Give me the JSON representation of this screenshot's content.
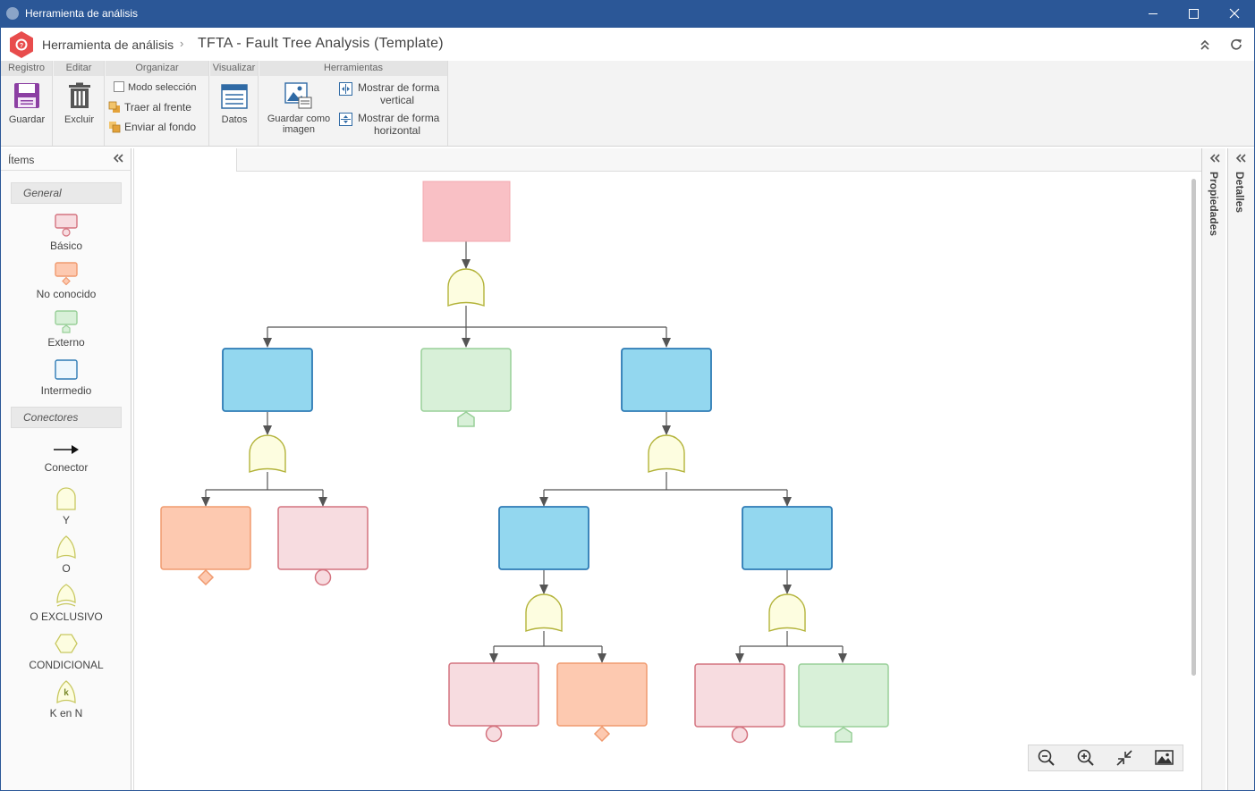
{
  "window": {
    "title": "Herramienta de análisis",
    "min": "—",
    "max": "☐",
    "close": "✕"
  },
  "header": {
    "app_name": "Herramienta de análisis",
    "separator": "›",
    "doc_title": "TFTA - Fault Tree Analysis (Template)"
  },
  "ribbon": {
    "groups": {
      "registro": "Registro",
      "editar": "Editar",
      "organizar": "Organizar",
      "visualizar": "Visualizar",
      "herramientas": "Herramientas"
    },
    "guardar": "Guardar",
    "excluir": "Excluir",
    "modo_seleccion": "Modo selección",
    "traer_frente": "Traer al frente",
    "enviar_fondo": "Enviar al fondo",
    "datos": "Datos",
    "guardar_imagen_1": "Guardar como",
    "guardar_imagen_2": "imagen",
    "vertical_1": "Mostrar de forma",
    "vertical_2": "vertical",
    "horizontal_1": "Mostrar de forma",
    "horizontal_2": "horizontal"
  },
  "items_panel": {
    "title": "Ítems",
    "collapse": "«",
    "general_label": "General",
    "general": [
      "Básico",
      "No conocido",
      "Externo",
      "Intermedio"
    ],
    "connectors_label": "Conectores",
    "connectors": [
      "Conector",
      "Y",
      "O",
      "O EXCLUSIVO",
      "CONDICIONAL",
      "K en N"
    ]
  },
  "right_panels": {
    "propiedades": "Propiedades",
    "detalles": "Detalles",
    "chev": "«"
  },
  "colors": {
    "titlebar": "#2b5797",
    "basic_fill": "#f7dce0",
    "basic_stroke": "#d4737f",
    "unknown_fill": "#fdc9b0",
    "unknown_stroke": "#f09a6f",
    "external_fill": "#d8f0d8",
    "external_stroke": "#98cf98",
    "intermediate_fill": "#93d7ef",
    "intermediate_stroke": "#2e7bb5",
    "gate_fill": "#fdfde0",
    "gate_stroke": "#b3b33a",
    "top_fill": "#f9c0c5"
  }
}
